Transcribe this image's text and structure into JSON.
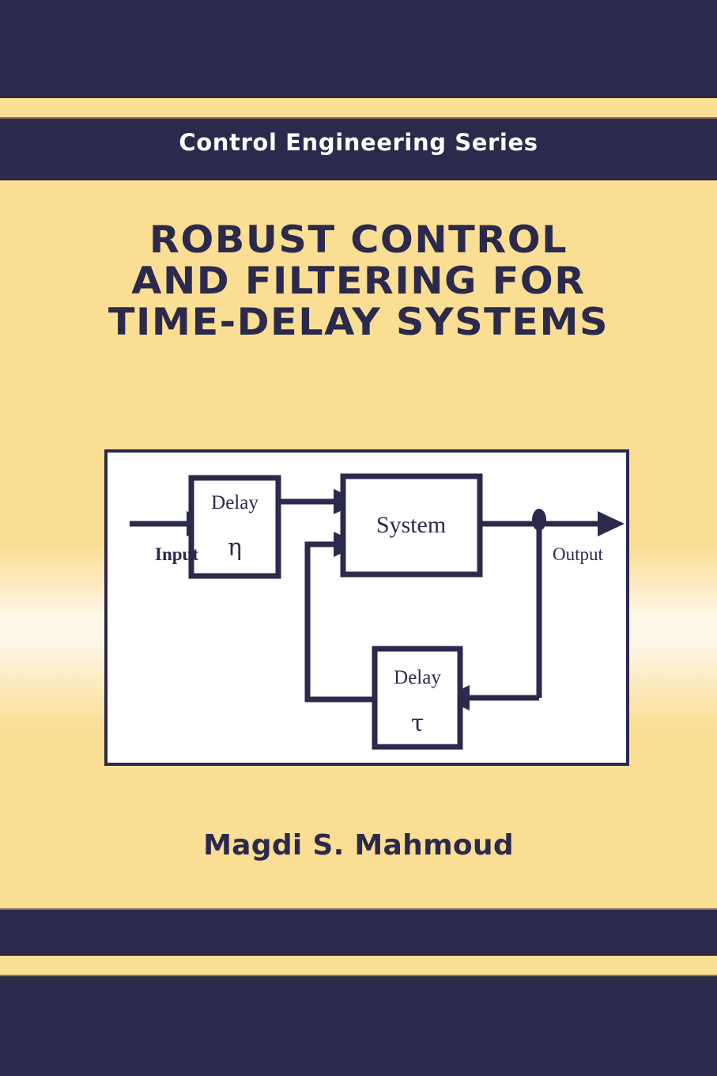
{
  "cover": {
    "series_label": "Control Engineering Series",
    "title_lines": [
      "ROBUST CONTROL",
      "AND FILTERING FOR",
      "TIME-DELAY SYSTEMS"
    ],
    "author": "Magdi S. Mahmoud",
    "colors": {
      "navy": "#2b2a4d",
      "yellow": "#fade94",
      "white": "#ffffff"
    }
  },
  "diagram": {
    "blocks": {
      "input_delay_label": "Delay",
      "input_delay_symbol": "η",
      "system_label": "System",
      "feedback_delay_label": "Delay",
      "feedback_delay_symbol": "τ"
    },
    "ports": {
      "input_label": "Input",
      "output_label": "Output"
    }
  }
}
